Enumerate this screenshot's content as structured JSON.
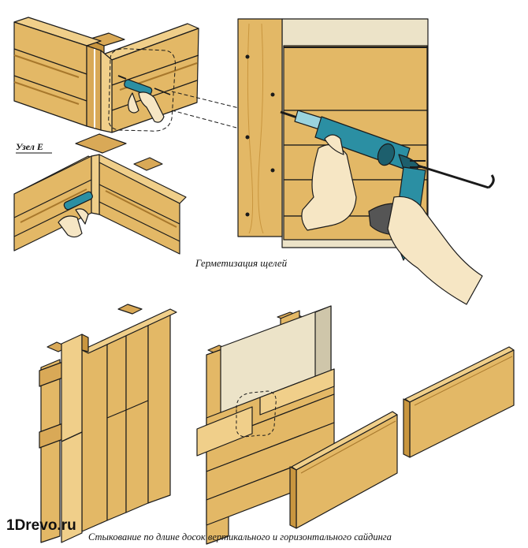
{
  "labels": {
    "node_label": "Узел Е",
    "sealing_caption": "Герметизация щелей",
    "joining_caption": "Стыкование по длине досок вертикального и горизонтального сайдинга",
    "site_logo": "1Drevo.ru"
  },
  "colors": {
    "wood": "#e3b866",
    "wood_dark": "#c9963f",
    "wood_light": "#f0cf8a",
    "membrane": "#ece3c8",
    "gun_body": "#2b8fa3",
    "gun_dark": "#1d5f6d",
    "skin": "#f6e6c4",
    "outline": "#1a1a1a"
  },
  "icons": [
    "caulking-gun-icon",
    "hand-icon"
  ]
}
